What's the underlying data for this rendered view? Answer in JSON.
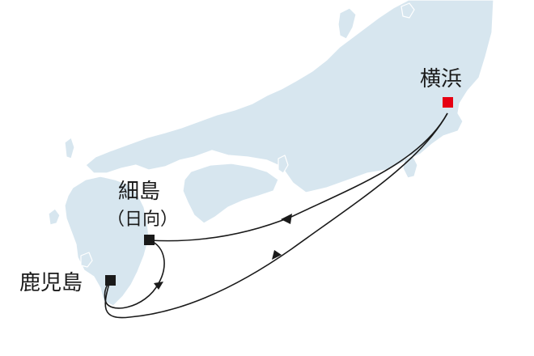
{
  "map": {
    "colors": {
      "land": "#d7e6ef",
      "sea": "#ffffff",
      "route": "#1a1a1a",
      "origin_marker": "#e60012",
      "port_marker": "#1a1a1a"
    },
    "ports": {
      "yokohama": {
        "name": "横浜",
        "marker": "red-square"
      },
      "hososhima": {
        "name": "細島",
        "sub": "（日向）",
        "marker": "black-square"
      },
      "kagoshima": {
        "name": "鹿児島",
        "marker": "black-square"
      }
    },
    "route_order": [
      "横浜",
      "細島",
      "鹿児島",
      "横浜"
    ]
  }
}
